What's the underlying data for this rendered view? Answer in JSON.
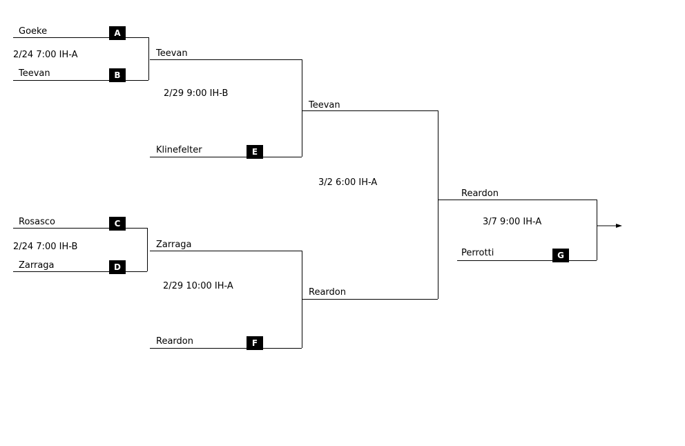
{
  "round1": {
    "game_a": {
      "top_team": "Goeke",
      "top_seed": "A",
      "bottom_team": "Teevan",
      "bottom_seed": "B",
      "schedule": "2/24 7:00 IH-A"
    },
    "game_c": {
      "top_team": "Rosasco",
      "top_seed": "C",
      "bottom_team": "Zarraga",
      "bottom_seed": "D",
      "schedule": "2/24 7:00 IH-B"
    }
  },
  "round2": {
    "upper": {
      "top_team": "Teevan",
      "bottom_team": "Klinefelter",
      "bottom_seed": "E",
      "schedule": "2/29 9:00 IH-B"
    },
    "lower": {
      "top_team": "Zarraga",
      "bottom_team": "Reardon",
      "bottom_seed": "F",
      "schedule": "2/29 10:00 IH-A"
    }
  },
  "semifinal": {
    "top_team": "Teevan",
    "bottom_team": "Reardon",
    "schedule": "3/2 6:00 IH-A"
  },
  "final": {
    "top_team": "Reardon",
    "bottom_team": "Perrotti",
    "bottom_seed": "G",
    "schedule": "3/7 9:00 IH-A"
  }
}
